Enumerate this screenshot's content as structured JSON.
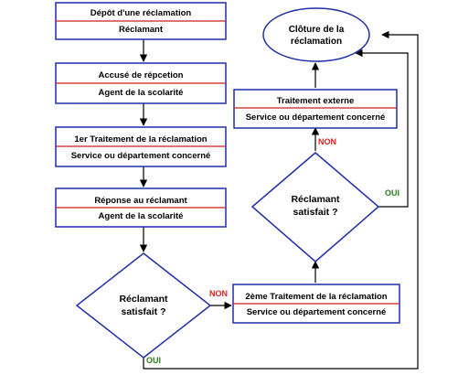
{
  "boxes": {
    "b1": {
      "top": "Dépôt d'une réclamation",
      "bottom": "Réclamant"
    },
    "b2": {
      "top": "Accusé de répcetion",
      "bottom": "Agent de la scolarité"
    },
    "b3": {
      "top": "1er Traitement de la réclamation",
      "bottom": "Service ou département concerné"
    },
    "b4": {
      "top": "Réponse au réclamant",
      "bottom": "Agent de la scolarité"
    },
    "b5": {
      "top": "2ème Traitement de la réclamation",
      "bottom": "Service ou département concerné"
    },
    "b6": {
      "top": "Traitement externe",
      "bottom": "Service ou département concerné"
    }
  },
  "decisions": {
    "d1": {
      "line1": "Réclamant",
      "line2": "satisfait ?"
    },
    "d2": {
      "line1": "Réclamant",
      "line2": "satisfait ?"
    }
  },
  "terminal": {
    "line1": "Clôture de la",
    "line2": "réclamation"
  },
  "labels": {
    "non": "NON",
    "oui": "OUI"
  },
  "colors": {
    "stroke": "#1f2fa8",
    "divider": "#cc1f1f",
    "non": "#e02020",
    "oui": "#2e7d1e"
  }
}
